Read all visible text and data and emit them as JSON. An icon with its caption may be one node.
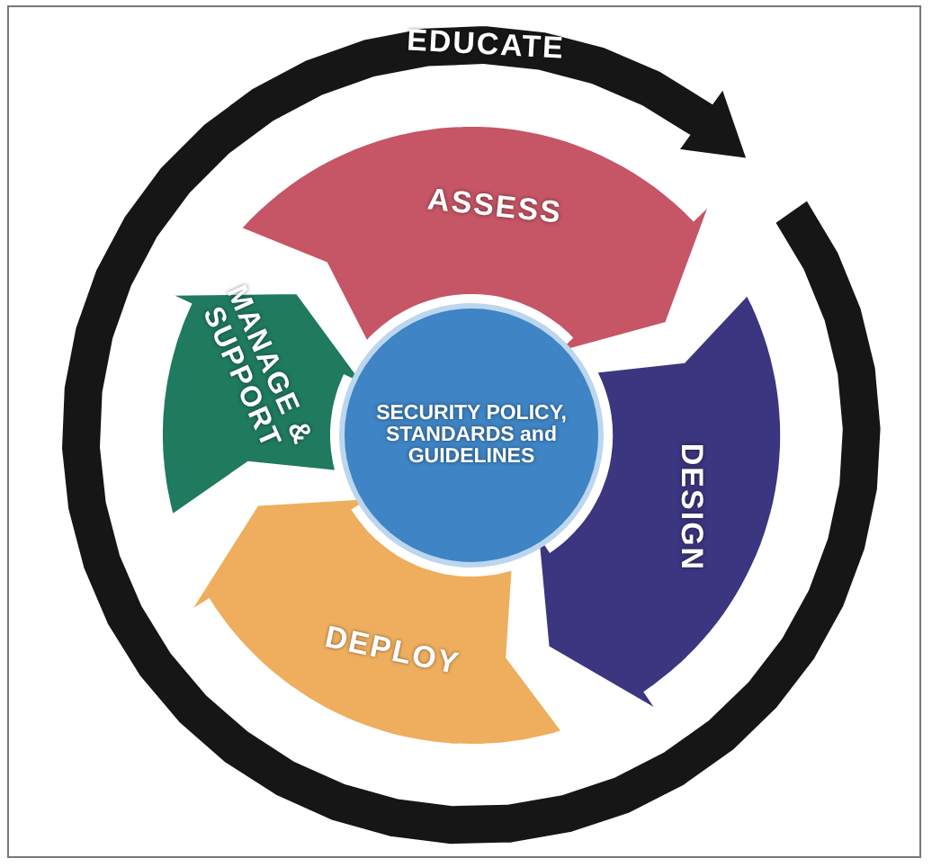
{
  "diagram": {
    "nodes": [
      {
        "text": [
          "EDUCATE"
        ]
      },
      {
        "text": [
          "ASSESS"
        ]
      },
      {
        "text": [
          "DESIGN"
        ]
      },
      {
        "text": [
          "DEPLOY"
        ]
      },
      {
        "text": [
          "MANAGE & SUPPORT"
        ]
      },
      {
        "text": [
          "SECURITY POLICY, STANDARDS and GUIDELINES"
        ]
      }
    ]
  }
}
